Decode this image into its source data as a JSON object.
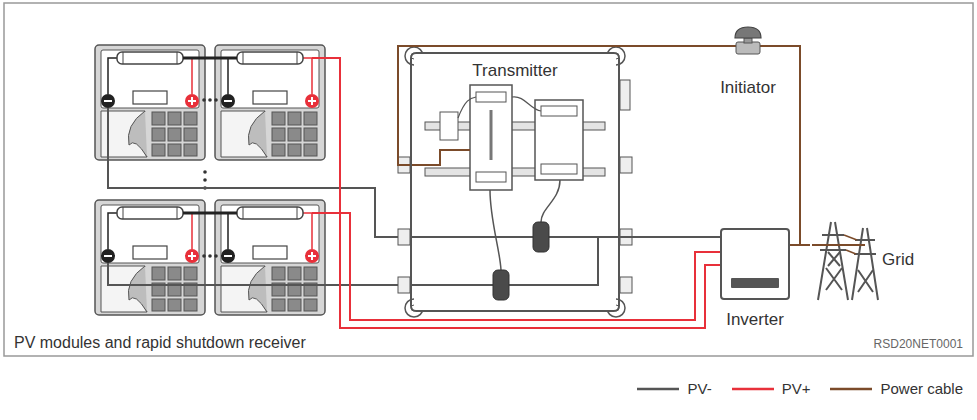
{
  "diagram": {
    "nodes": [
      {
        "text": [
          "Transmitter"
        ]
      },
      {
        "text": [
          "Initiator"
        ]
      },
      {
        "text": [
          "Inverter"
        ]
      },
      {
        "text": [
          "Grid"
        ]
      }
    ],
    "edges": [
      {
        "from": 1,
        "to": 0,
        "arrow": "none"
      },
      {
        "from": 1,
        "to": 3,
        "arrow": "none"
      },
      {
        "from": 0,
        "to": 2,
        "arrow": "none"
      },
      {
        "from": 2,
        "to": 3,
        "arrow": "none"
      }
    ],
    "labels": [
      "PV modules and rapid shutdown receiver",
      "RSD20NET0001"
    ],
    "legend": [
      {
        "text": "PV-"
      },
      {
        "text": "PV+"
      },
      {
        "text": "Power cable"
      }
    ]
  }
}
